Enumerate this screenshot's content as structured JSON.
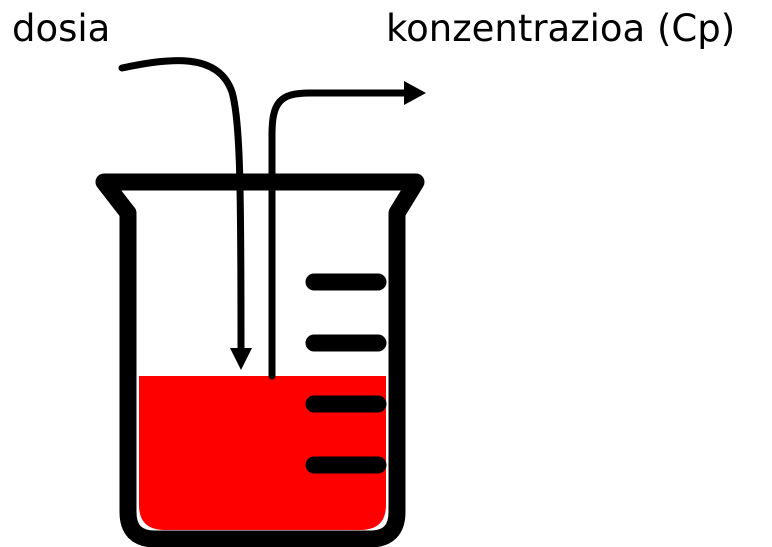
{
  "labels": {
    "dose": "dosia",
    "concentration": "konzentrazioa (Cp)"
  },
  "colors": {
    "liquid": "#ff0000",
    "outline": "#000000",
    "background": "#ffffff"
  },
  "beaker": {
    "fill_level_fraction": 0.48,
    "graduation_count": 4
  }
}
